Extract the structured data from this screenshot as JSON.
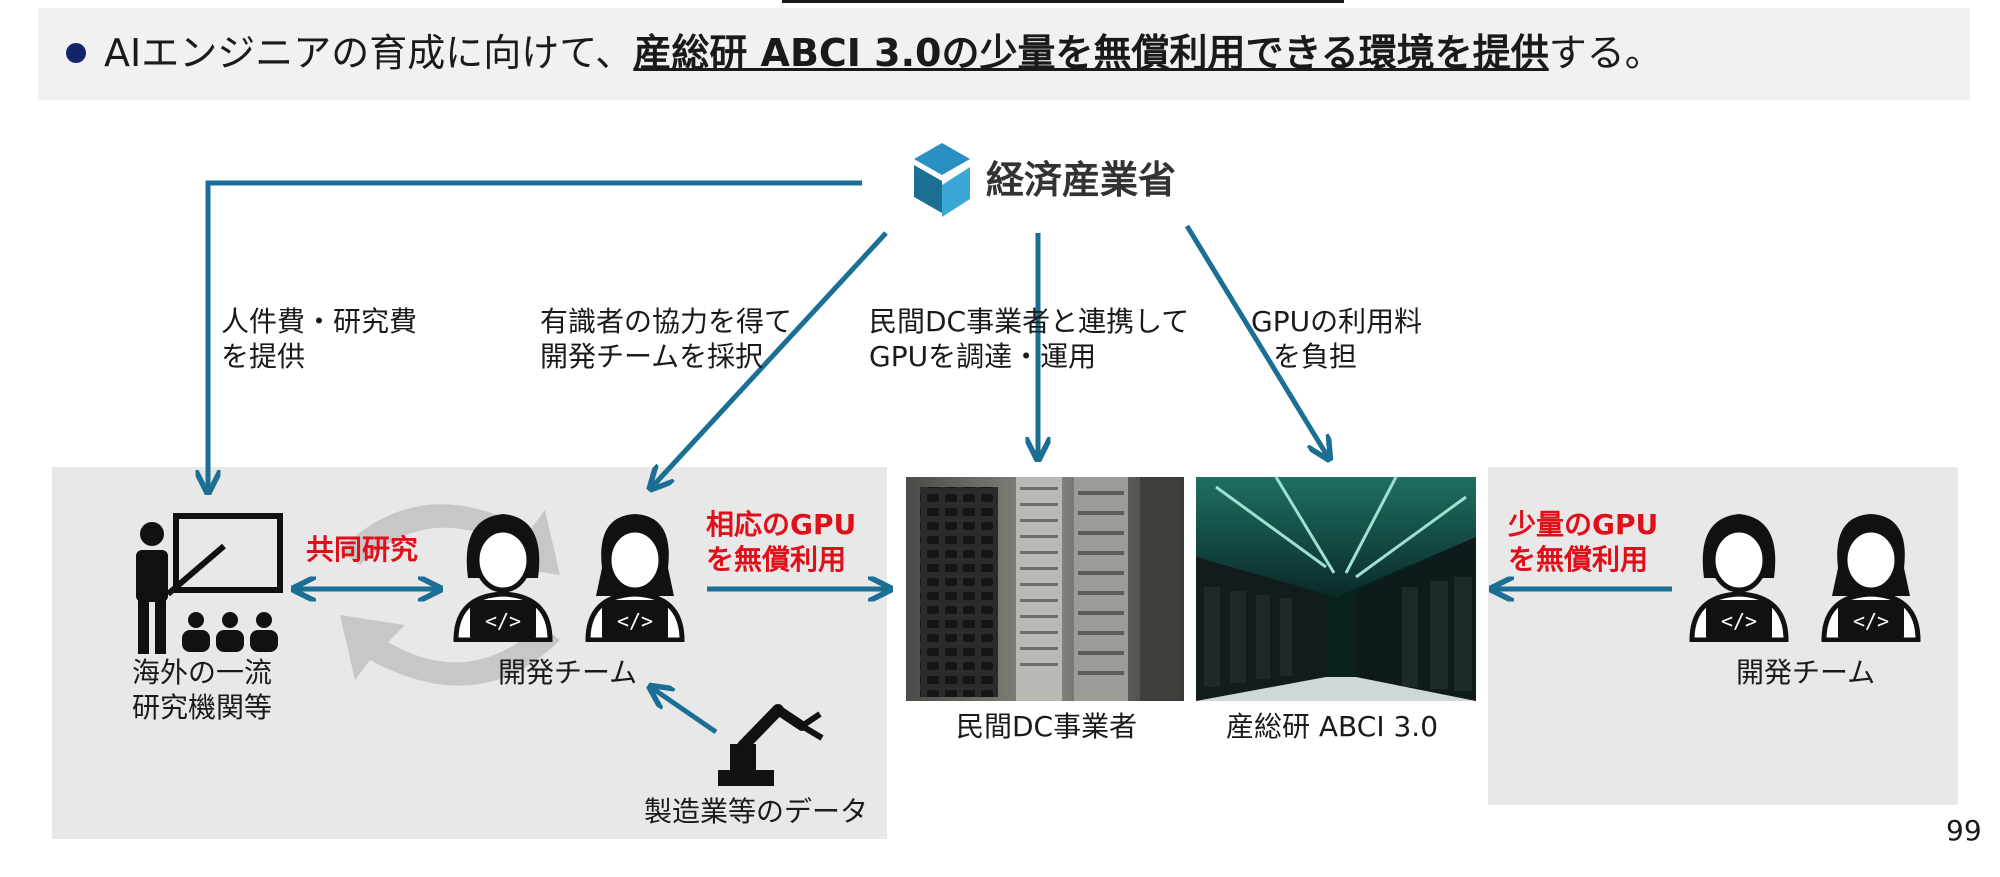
{
  "banner": {
    "text_before": "AIエンジニアの育成に向けて、",
    "text_emphasis": "産総研 ABCI 3.0の少量を無償利用できる環境を提供",
    "text_after": "する。"
  },
  "meti": {
    "name": "経済産業省",
    "logo_icon": "meti-logo-icon"
  },
  "flows": {
    "funding_line1": "人件費・研究費",
    "funding_line2": "を提供",
    "select_line1": "有識者の協力を得て",
    "select_line2": "開発チームを採択",
    "procure_line1": "民間DC事業者と連携して",
    "procure_line2": "GPUを調達・運用",
    "fee_line1": "GPUの利用料",
    "fee_line2": "を負担"
  },
  "left_panel": {
    "institution_line1": "海外の一流",
    "institution_line2": "研究機関等",
    "joint_research": "共同研究",
    "dev_team": "開発チーム",
    "gpu_line1": "相応のGPU",
    "gpu_line2": "を無償利用",
    "data_source": "製造業等のデータ"
  },
  "center": {
    "dc_caption": "民間DC事業者",
    "abci_caption": "産総研 ABCI 3.0"
  },
  "right_panel": {
    "gpu_line1": "少量のGPU",
    "gpu_line2": "を無償利用",
    "dev_team": "開発チーム"
  },
  "page_number": "99",
  "colors": {
    "arrow": "#1b6f94",
    "emphasis_red": "#e0101a",
    "bullet": "#13246b",
    "panel": "#e8e8e8"
  }
}
